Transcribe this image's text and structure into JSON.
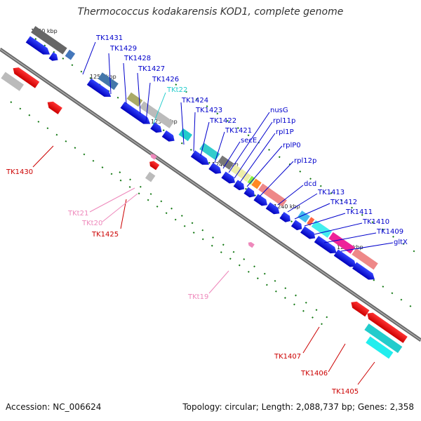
{
  "title": "Thermococcus kodakarensis KOD1, complete genome",
  "footer": {
    "accession": "Accession: NC_006624",
    "summary": "Topology: circular; Length: 2,088,737 bp; Genes: 2,358"
  },
  "colors": {
    "label_blue": "#0000cc",
    "label_red": "#cc0000",
    "label_pink": "#ee88bb",
    "label_cyan": "#22cccc",
    "backbone": "#777777",
    "tick": "#117711"
  },
  "kbp_ticks": [
    "1260 kbp",
    "1255 kbp",
    "1250 kbp",
    "1245 kbp",
    "1240 kbp",
    "1235 kbp"
  ],
  "gene_labels": [
    {
      "id": "tk1431",
      "text": "TK1431",
      "color": "blue"
    },
    {
      "id": "tk1429",
      "text": "TK1429",
      "color": "blue"
    },
    {
      "id": "tk1428",
      "text": "TK1428",
      "color": "blue"
    },
    {
      "id": "tk1427",
      "text": "TK1427",
      "color": "blue"
    },
    {
      "id": "tk1426",
      "text": "TK1426",
      "color": "blue"
    },
    {
      "id": "tkt22",
      "text": "TKt22",
      "color": "cyan"
    },
    {
      "id": "tk1424",
      "text": "TK1424",
      "color": "blue"
    },
    {
      "id": "tk1423",
      "text": "TK1423",
      "color": "blue"
    },
    {
      "id": "tk1422",
      "text": "TK1422",
      "color": "blue"
    },
    {
      "id": "tk1421",
      "text": "TK1421",
      "color": "blue"
    },
    {
      "id": "nusg",
      "text": "nusG",
      "color": "blue"
    },
    {
      "id": "seceLabel",
      "text": "secE",
      "color": "blue"
    },
    {
      "id": "rpl11p",
      "text": "rpl11p",
      "color": "blue"
    },
    {
      "id": "rpl1p",
      "text": "rpl1P",
      "color": "blue"
    },
    {
      "id": "rplp0",
      "text": "rplP0",
      "color": "blue"
    },
    {
      "id": "rpl12p",
      "text": "rpl12p",
      "color": "blue"
    },
    {
      "id": "dcd",
      "text": "dcd",
      "color": "blue"
    },
    {
      "id": "tk1413",
      "text": "TK1413",
      "color": "blue"
    },
    {
      "id": "tk1412",
      "text": "TK1412",
      "color": "blue"
    },
    {
      "id": "tk1411",
      "text": "TK1411",
      "color": "blue"
    },
    {
      "id": "tk1410",
      "text": "TK1410",
      "color": "blue"
    },
    {
      "id": "tk1409",
      "text": "TK1409",
      "color": "blue"
    },
    {
      "id": "gltx",
      "text": "gltX",
      "color": "blue"
    },
    {
      "id": "tk1430",
      "text": "TK1430",
      "color": "red"
    },
    {
      "id": "tkt21",
      "text": "TKt21",
      "color": "pink"
    },
    {
      "id": "tkt20",
      "text": "TKt20",
      "color": "pink"
    },
    {
      "id": "tk1425",
      "text": "TK1425",
      "color": "red"
    },
    {
      "id": "tkt19",
      "text": "TKt19",
      "color": "pink"
    },
    {
      "id": "tk1407",
      "text": "TK1407",
      "color": "red"
    },
    {
      "id": "tk1406",
      "text": "TK1406",
      "color": "red"
    },
    {
      "id": "tk1405",
      "text": "TK1405",
      "color": "red"
    }
  ]
}
